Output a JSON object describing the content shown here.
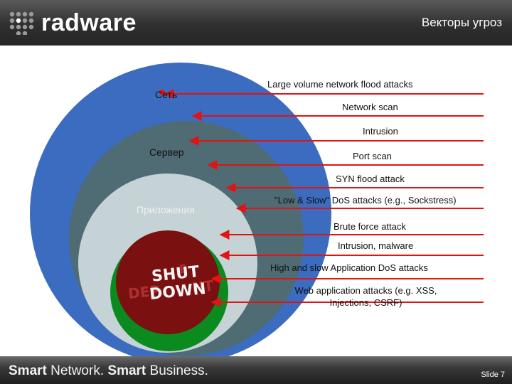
{
  "header": {
    "logo_text": "radware",
    "title": "Векторы угроз"
  },
  "zones": {
    "network": "Сеть",
    "server": "Сервер",
    "application": "Приложения"
  },
  "stamp": {
    "shut": "SHUT",
    "down": "DOWN",
    "ghost_left": "DEP",
    "ghost_right": "NT",
    "ghost_mid": "E"
  },
  "attacks": [
    {
      "label": "Large volume network flood attacks"
    },
    {
      "label": "Network scan"
    },
    {
      "label": "Intrusion"
    },
    {
      "label": "Port scan"
    },
    {
      "label": "SYN flood attack"
    },
    {
      "label": "\"Low & Slow\" DoS attacks (e.g., Sockstress)"
    },
    {
      "label": "Brute force attack"
    },
    {
      "label": "Intrusion, malware"
    },
    {
      "label": "High and slow Application DoS attacks"
    },
    {
      "label": "Web application attacks (e.g. XSS, Injections, CSRF)"
    }
  ],
  "footer": {
    "tagline_smart1": "Smart",
    "tagline_network": " Network. ",
    "tagline_smart2": "Smart",
    "tagline_business": " Business.",
    "slide": "Slide 7"
  },
  "colors": {
    "outer": "#3b6cc0",
    "server": "#4f6b73",
    "application": "#c6d3d6",
    "green": "#0b8a1f",
    "stamp": "#7a1010",
    "arrow": "#e01414"
  }
}
